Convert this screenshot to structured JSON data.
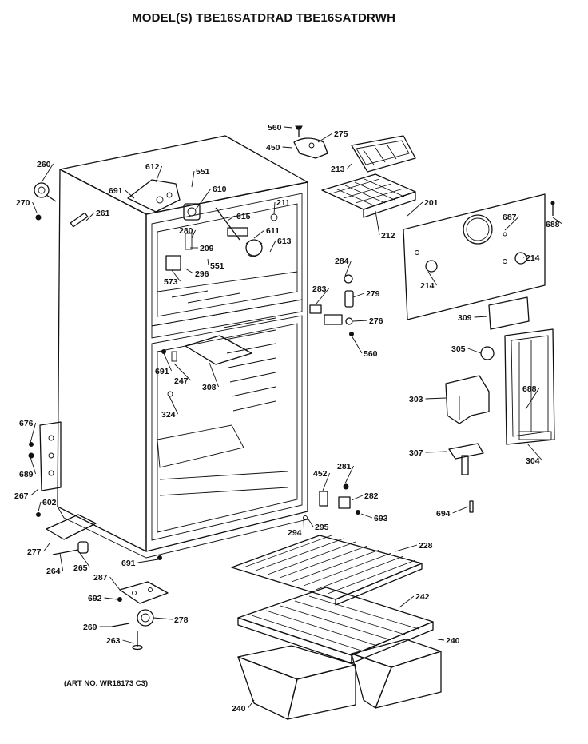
{
  "header": {
    "title": "MODEL(S) TBE16SATDRAD  TBE16SATDRWH"
  },
  "footer": {
    "art_no": "(ART NO. WR18173 C3)"
  },
  "callouts": [
    "260",
    "270",
    "261",
    "612",
    "691",
    "551",
    "610",
    "211",
    "615",
    "611",
    "613",
    "280",
    "209",
    "573",
    "296",
    "551",
    "560",
    "275",
    "450",
    "213",
    "212",
    "201",
    "687",
    "688",
    "214",
    "214",
    "284",
    "283",
    "279",
    "276",
    "560",
    "309",
    "305",
    "303",
    "307",
    "304",
    "688",
    "691",
    "247",
    "308",
    "324",
    "676",
    "689",
    "267",
    "602",
    "277",
    "264",
    "265",
    "691",
    "287",
    "692",
    "269",
    "278",
    "263",
    "452",
    "281",
    "282",
    "693",
    "294",
    "295",
    "694",
    "228",
    "242",
    "240",
    "240"
  ]
}
